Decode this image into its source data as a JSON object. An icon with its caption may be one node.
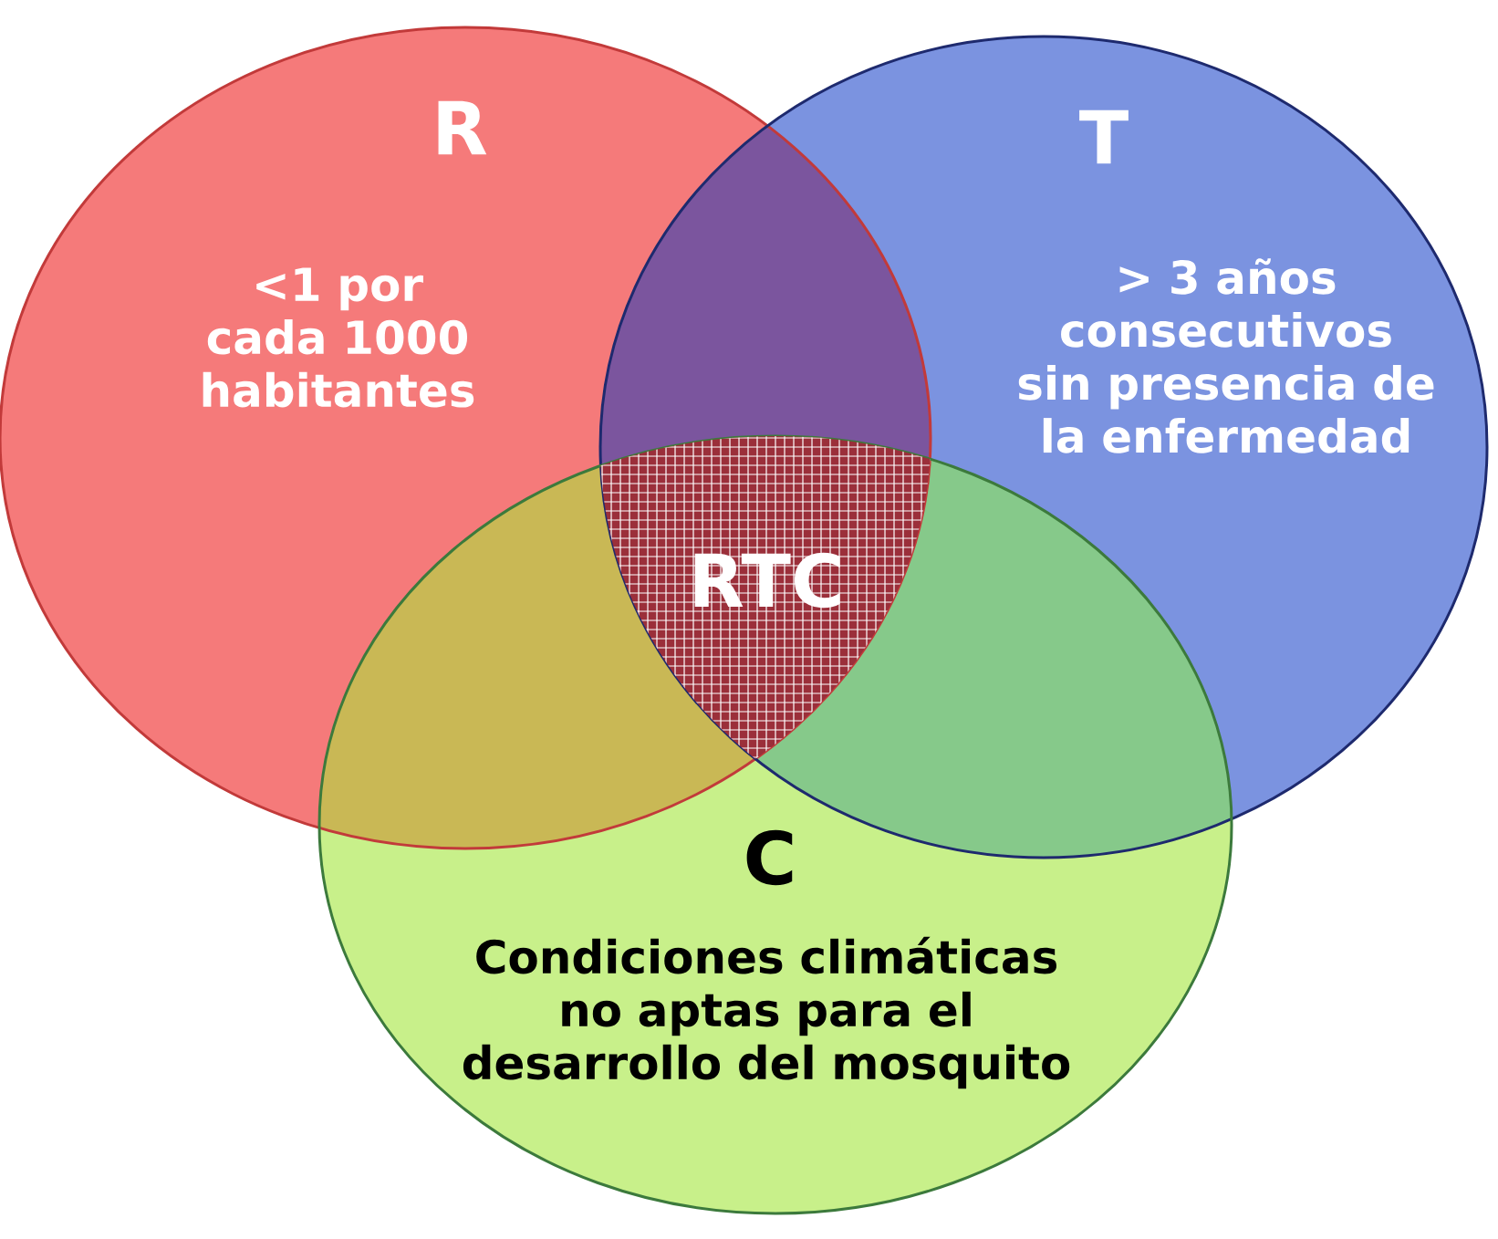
{
  "diagram": {
    "nodes": [
      {
        "text": [
          "R",
          "<1 por cada 1000 habitantes"
        ]
      },
      {
        "text": [
          "T",
          "> 3 años consecutivos sin presencia de la enfermedad"
        ]
      },
      {
        "text": [
          "C",
          "Condiciones climáticas no aptas para el desarrollo del mosquito"
        ]
      },
      {
        "text": [
          "RTC"
        ]
      }
    ]
  }
}
